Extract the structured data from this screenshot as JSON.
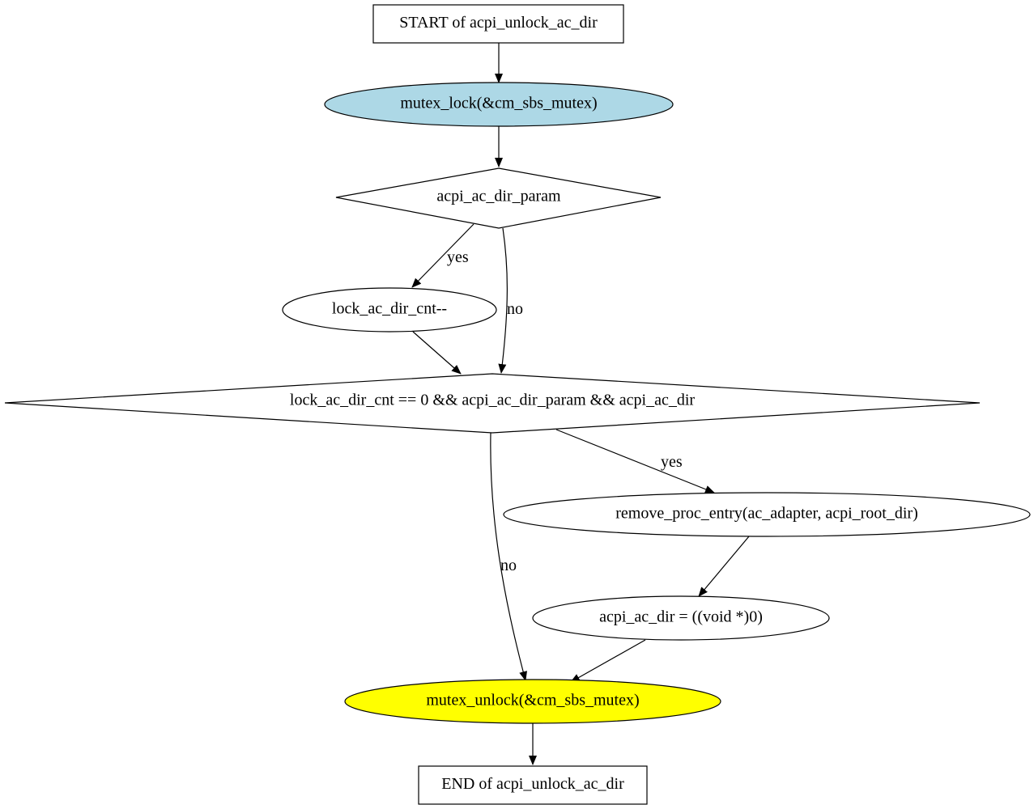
{
  "diagram": {
    "nodes": {
      "start": {
        "label": "START of acpi_unlock_ac_dir",
        "shape": "box",
        "fill": "#ffffff"
      },
      "lock": {
        "label": "mutex_lock(&cm_sbs_mutex)",
        "shape": "ellipse",
        "fill": "#add8e6"
      },
      "cond1": {
        "label": "acpi_ac_dir_param",
        "shape": "diamond",
        "fill": "#ffffff"
      },
      "dec": {
        "label": "lock_ac_dir_cnt--",
        "shape": "ellipse",
        "fill": "#ffffff"
      },
      "cond2": {
        "label": "lock_ac_dir_cnt == 0 && acpi_ac_dir_param && acpi_ac_dir",
        "shape": "diamond",
        "fill": "#ffffff"
      },
      "remove": {
        "label": "remove_proc_entry(ac_adapter, acpi_root_dir)",
        "shape": "ellipse",
        "fill": "#ffffff"
      },
      "assign": {
        "label": "acpi_ac_dir = ((void *)0)",
        "shape": "ellipse",
        "fill": "#ffffff"
      },
      "unlock": {
        "label": "mutex_unlock(&cm_sbs_mutex)",
        "shape": "ellipse",
        "fill": "#ffff00"
      },
      "end": {
        "label": "END of acpi_unlock_ac_dir",
        "shape": "box",
        "fill": "#ffffff"
      }
    },
    "edges": [
      {
        "from": "start",
        "to": "lock",
        "label": ""
      },
      {
        "from": "lock",
        "to": "cond1",
        "label": ""
      },
      {
        "from": "cond1",
        "to": "dec",
        "label": "yes"
      },
      {
        "from": "cond1",
        "to": "cond2",
        "label": "no"
      },
      {
        "from": "dec",
        "to": "cond2",
        "label": ""
      },
      {
        "from": "cond2",
        "to": "remove",
        "label": "yes"
      },
      {
        "from": "cond2",
        "to": "unlock",
        "label": "no"
      },
      {
        "from": "remove",
        "to": "assign",
        "label": ""
      },
      {
        "from": "assign",
        "to": "unlock",
        "label": ""
      },
      {
        "from": "unlock",
        "to": "end",
        "label": ""
      }
    ]
  }
}
